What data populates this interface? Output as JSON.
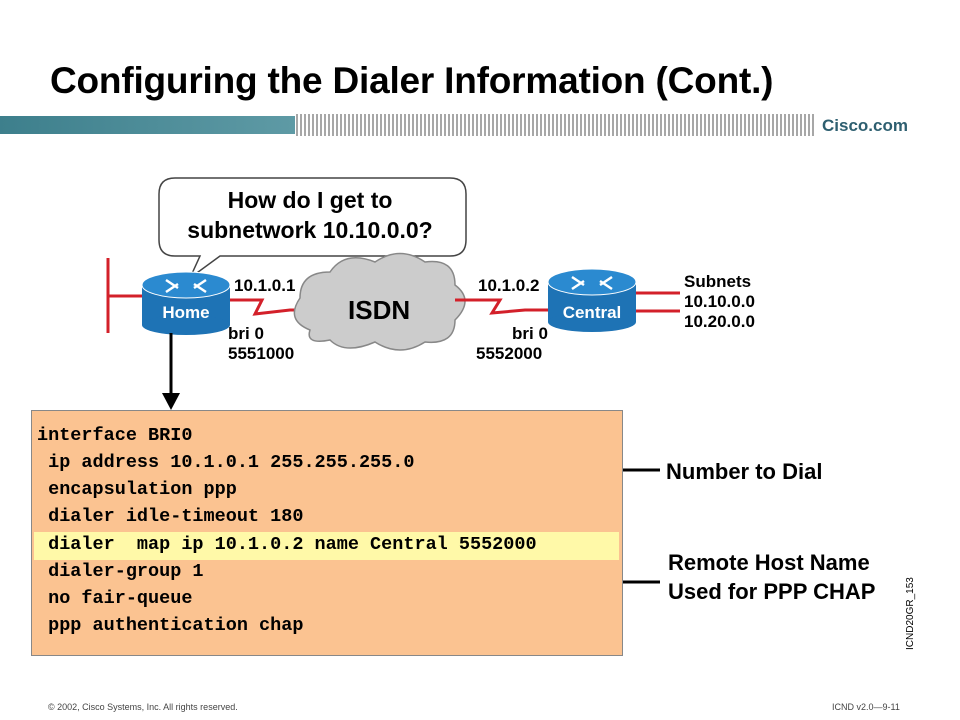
{
  "slide": {
    "title": "Configuring the Dialer Information (Cont.)",
    "brand": "Cisco.com"
  },
  "diagram": {
    "bubble_line1": "How do I get to",
    "bubble_line2": "subnetwork 10.10.0.0?",
    "home_router_label": "Home",
    "central_router_label": "Central",
    "cloud_label": "ISDN",
    "home_ip": "10.1.0.1",
    "central_ip": "10.1.0.2",
    "home_interface": "bri 0",
    "home_number": "5551000",
    "central_interface": "bri 0",
    "central_number": "5552000",
    "subnets_title": "Subnets",
    "subnets": [
      "10.10.0.0",
      "10.20.0.0"
    ]
  },
  "config": {
    "lines": [
      "interface BRI0",
      " ip address 10.1.0.1 255.255.255.0",
      " encapsulation ppp",
      " dialer idle-timeout 180",
      " dialer  map ip 10.1.0.2 name Central 5552000",
      " dialer-group 1",
      " no fair-queue",
      " ppp authentication chap"
    ],
    "highlight_color": "#fff9a8",
    "background_color": "#fbc391"
  },
  "annotations": {
    "number_to_dial": "Number to Dial",
    "remote_host_line1": "Remote Host Name",
    "remote_host_line2": "Used for PPP CHAP"
  },
  "figure_id": "ICND20GR_153",
  "footer": {
    "copyright": "© 2002, Cisco Systems, Inc. All rights reserved.",
    "course": "ICND v2.0—9-11"
  },
  "colors": {
    "router_blue": "#1e73b5",
    "link_red": "#d3202a",
    "teal_bar": "#3d7f8c"
  }
}
